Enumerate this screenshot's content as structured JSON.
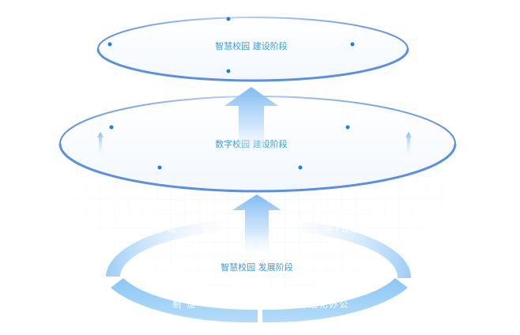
{
  "layers": {
    "top": {
      "label": "智慧校园 建设阶段"
    },
    "middle": {
      "label": "数字校园 建设阶段"
    },
    "bottom": {
      "label": "智慧校园 发展阶段"
    }
  },
  "ring_segments": {
    "front_left": "制  度",
    "front_right": "无纸化办公",
    "back_left": "基  础",
    "back_right": "电子政务"
  },
  "colors": {
    "ring_stroke": "#5b8fe0",
    "ring_fill_blue": "#a7d4f6",
    "label_blue": "#3a9be8",
    "dot_blue": "#1e7fe0",
    "arrow_top": "#7fbaf2"
  }
}
